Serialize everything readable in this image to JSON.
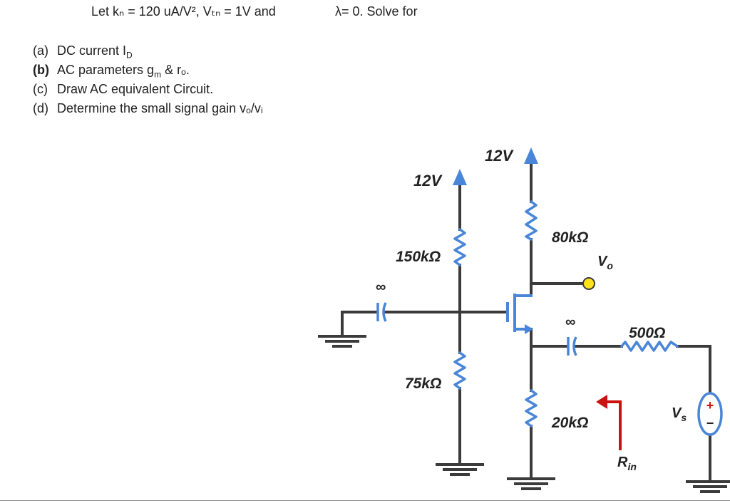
{
  "problem": {
    "line1": "Let kₙ = 120 uA/V², Vₜₙ = 1V and",
    "line1_cont": "λ= 0. Solve for",
    "parts": [
      {
        "tag": "(a)",
        "text": "DC current I",
        "sub": "D",
        "tail": ""
      },
      {
        "tag": "(b)",
        "text": "AC parameters g",
        "sub": "m",
        "tail": " & rₒ."
      },
      {
        "tag": "(c)",
        "text": "Draw AC equivalent Circuit.",
        "sub": "",
        "tail": ""
      },
      {
        "tag": "(d)",
        "text": "Determine the small signal gain vₒ/vᵢ",
        "sub": "",
        "tail": ""
      }
    ]
  },
  "circuit": {
    "supply_gate": "12V",
    "supply_drain": "12V",
    "r1": "150kΩ",
    "r2": "75kΩ",
    "rd": "80kΩ",
    "rs": "20kΩ",
    "rsig": "500Ω",
    "cap_in": "∞",
    "cap_out": "∞",
    "vout": "V",
    "vout_sub": "o",
    "vsource": "V",
    "vsource_sub": "s",
    "rin": "R",
    "rin_sub": "in",
    "plus": "+",
    "minus": "−"
  },
  "colors": {
    "wire": "#3b3b3b",
    "component": "#4a86d8",
    "arrow": "#cc1111",
    "node": "#ffe21a"
  }
}
